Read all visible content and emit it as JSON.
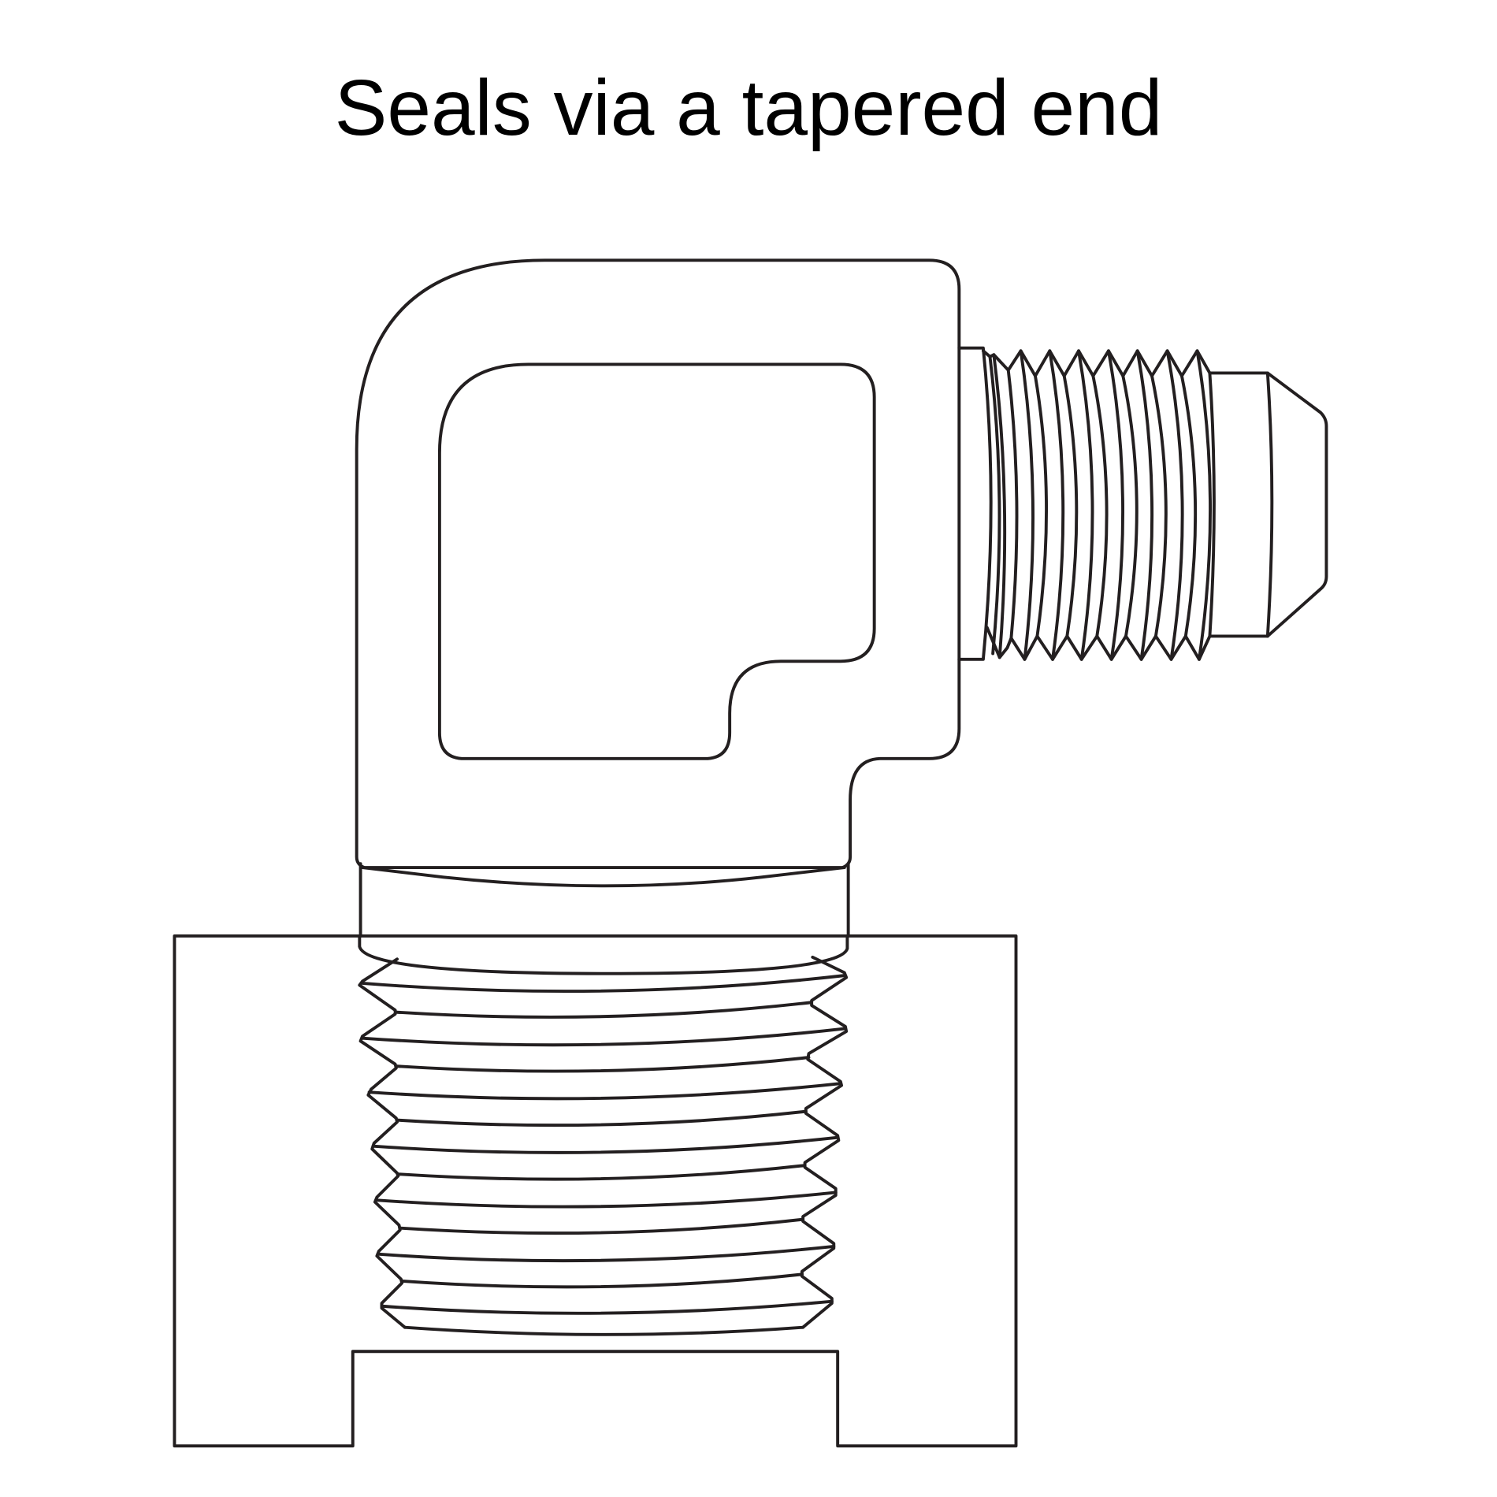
{
  "title": "Seals via a tapered end",
  "diagram": {
    "subject": "90-degree elbow fitting threaded into a port",
    "parts": [
      "elbow-body",
      "male-flare-end",
      "tapered-pipe-thread",
      "female-port-block"
    ],
    "stroke_color": "#231f20",
    "background_color": "#ffffff"
  }
}
